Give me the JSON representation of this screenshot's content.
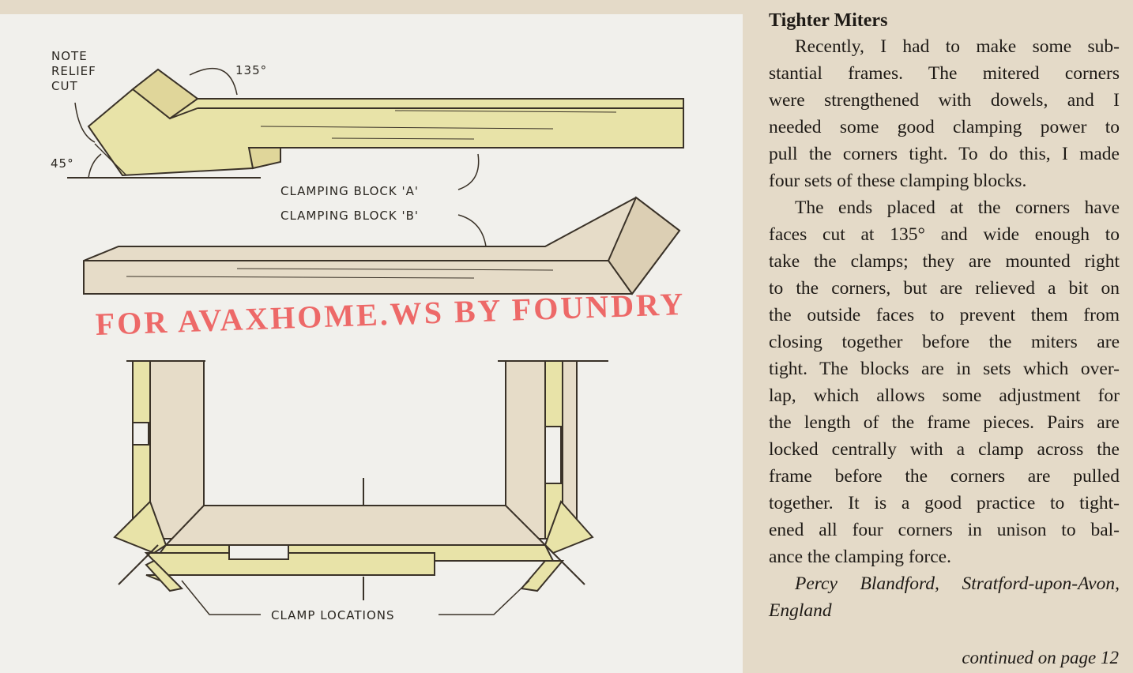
{
  "diagram": {
    "labels": {
      "note": [
        "NOTE",
        "RELIEF",
        "CUT"
      ],
      "angle_135": "135°",
      "angle_45": "45°",
      "block_a": "CLAMPING BLOCK 'A'",
      "block_b": "CLAMPING BLOCK 'B'",
      "clamp_locations": "CLAMP LOCATIONS"
    },
    "colors": {
      "wood_a": "#e8e3a8",
      "wood_b": "#e6dcc8",
      "line": "#3a3228"
    }
  },
  "article": {
    "title": "Tighter Miters",
    "para1": [
      "Recently, I had to make some sub-",
      "stantial frames. The mitered corners",
      "were strengthened with dowels, and I",
      "needed some good clamping power to",
      "pull the corners tight. To do this, I made",
      "four sets of these clamping blocks."
    ],
    "para2": [
      "The ends placed at the corners have",
      "faces cut at 135° and wide enough to",
      "take the clamps; they are mounted right",
      "to the corners, but are relieved a bit on",
      "the outside faces to prevent them from",
      "closing together before the miters are",
      "tight. The blocks are in sets which over-",
      "lap, which allows some adjustment for",
      "the length of the frame pieces. Pairs are",
      "locked centrally with a clamp across the",
      "frame before the corners are pulled",
      "together. It is a good practice to tight-",
      "ened all four corners in unison to bal-",
      "ance the clamping force."
    ],
    "signature": [
      "Percy Blandford, Stratford-upon-Avon,",
      "England"
    ],
    "continued": "continued on page 12"
  },
  "watermark": "FOR AVAXHOME.WS BY FOUNDRY"
}
